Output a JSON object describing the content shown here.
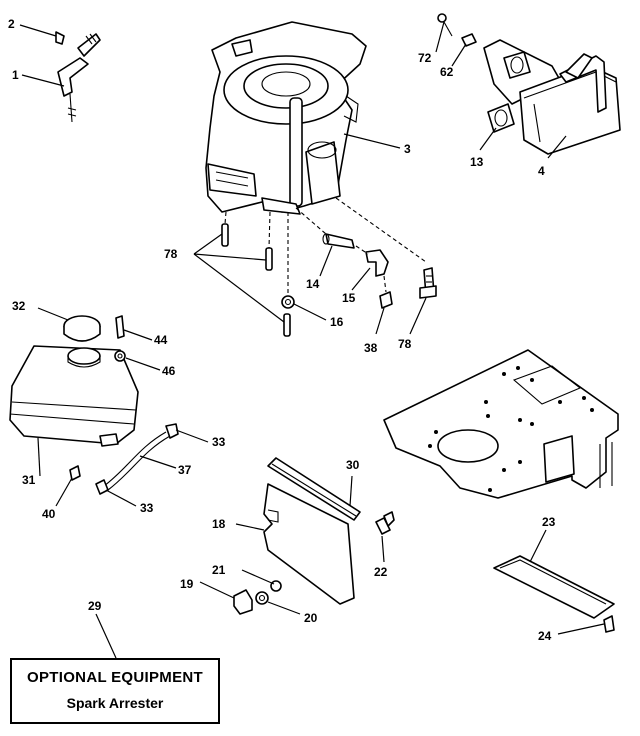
{
  "callouts": [
    "2",
    "1",
    "72",
    "62",
    "3",
    "13",
    "4",
    "78",
    "14",
    "15",
    "16",
    "38",
    "78",
    "32",
    "44",
    "46",
    "33",
    "31",
    "37",
    "40",
    "33",
    "30",
    "18",
    "22",
    "23",
    "21",
    "19",
    "20",
    "29",
    "24"
  ],
  "box": {
    "title": "OPTIONAL EQUIPMENT",
    "subtitle": "Spark Arrester"
  }
}
